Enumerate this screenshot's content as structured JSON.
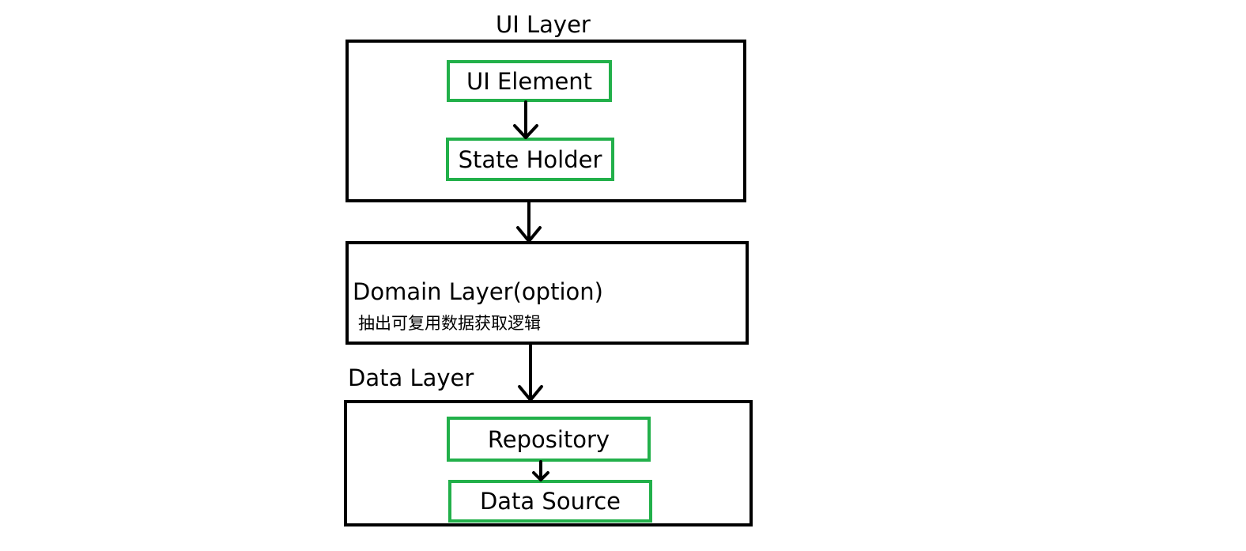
{
  "ui_layer": {
    "title": "UI Layer",
    "ui_element": "UI Element",
    "state_holder": "State Holder"
  },
  "domain_layer": {
    "title": "Domain Layer(option)",
    "description": "抽出可复用数据获取逻辑"
  },
  "data_layer": {
    "title": "Data Layer",
    "repository": "Repository",
    "data_source": "Data Source"
  },
  "colors": {
    "layer_border": "#000000",
    "component_border": "#22b04a",
    "arrow": "#000000"
  }
}
